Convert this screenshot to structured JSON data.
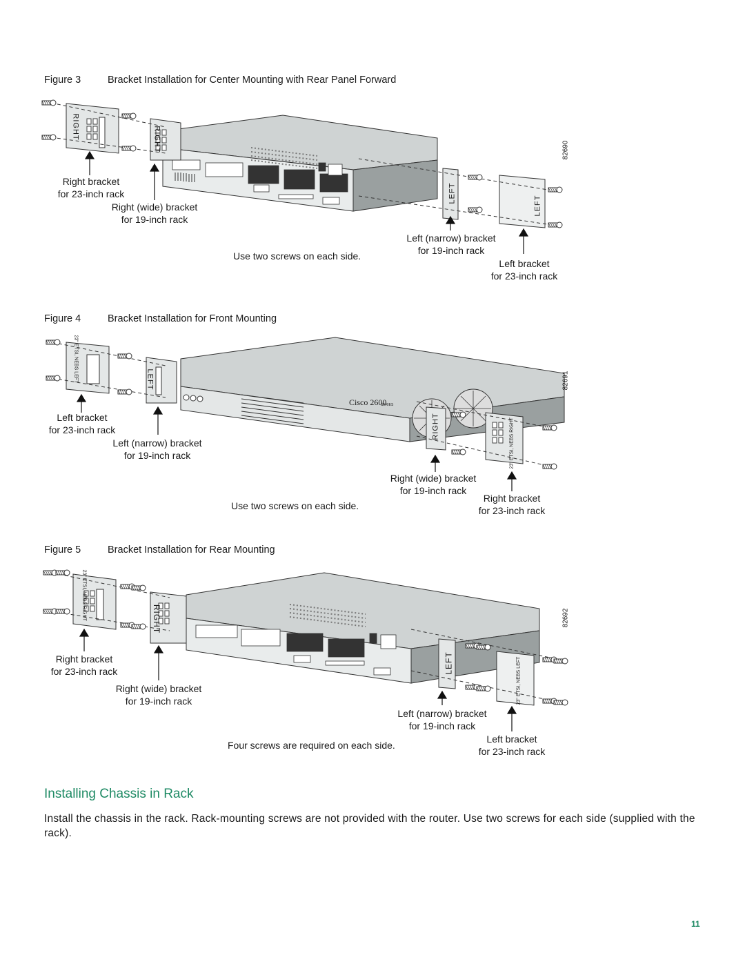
{
  "figures": [
    {
      "number": "Figure 3",
      "title": "Bracket Installation for Center Mounting with Rear Panel Forward",
      "id_number": "82690",
      "labels": {
        "right_bracket": [
          "Right bracket",
          "for 23-inch rack"
        ],
        "right_wide": [
          "Right (wide) bracket",
          "for 19-inch rack"
        ],
        "left_narrow": [
          "Left (narrow) bracket",
          "for 19-inch rack"
        ],
        "left_bracket": [
          "Left bracket",
          "for 23-inch rack"
        ]
      },
      "screws_note": "Use two screws on each side.",
      "bracket_text": {
        "right": "RIGHT",
        "left": "LEFT"
      }
    },
    {
      "number": "Figure 4",
      "title": "Bracket Installation for Front Mounting",
      "id_number": "82691",
      "labels": {
        "left_bracket": [
          "Left bracket",
          "for 23-inch rack"
        ],
        "left_narrow": [
          "Left (narrow) bracket",
          "for 19-inch rack"
        ],
        "right_wide": [
          "Right (wide) bracket",
          "for 19-inch rack"
        ],
        "right_bracket": [
          "Right bracket",
          "for 23-inch rack"
        ]
      },
      "screws_note": "Use two screws on each side.",
      "bracket_text": {
        "left": "LEFT",
        "right": "RIGHT",
        "etsi_left": "23\" ETSI, NEBS LEFT",
        "etsi_right": "23\" ETSI, NEBS RIGHT"
      },
      "logo": "Cisco 2600",
      "logo_sub": "SERIES"
    },
    {
      "number": "Figure 5",
      "title": "Bracket Installation for Rear Mounting",
      "id_number": "82692",
      "labels": {
        "right_bracket": [
          "Right bracket",
          "for 23-inch rack"
        ],
        "right_wide": [
          "Right (wide) bracket",
          "for 19-inch rack"
        ],
        "left_narrow": [
          "Left (narrow) bracket",
          "for 19-inch rack"
        ],
        "left_bracket": [
          "Left bracket",
          "for 23-inch rack"
        ]
      },
      "screws_note": "Four screws are required on each side.",
      "bracket_text": {
        "right": "RIGHT",
        "left": "LEFT",
        "etsi_right": "23\" ETSI, NEBS RIGHT",
        "etsi_left": "23\" ETSI, NEBS LEFT"
      }
    }
  ],
  "section": {
    "heading": "Installing Chassis in Rack",
    "body": "Install the chassis in the rack. Rack-mounting screws are not provided with the router. Use two screws for each side (supplied with the rack)."
  },
  "page_number": "11",
  "colors": {
    "accent": "#1e8a64",
    "chassis_top": "#cfd3d3",
    "chassis_front": "#e4e7e7",
    "chassis_side": "#9aa0a0"
  }
}
